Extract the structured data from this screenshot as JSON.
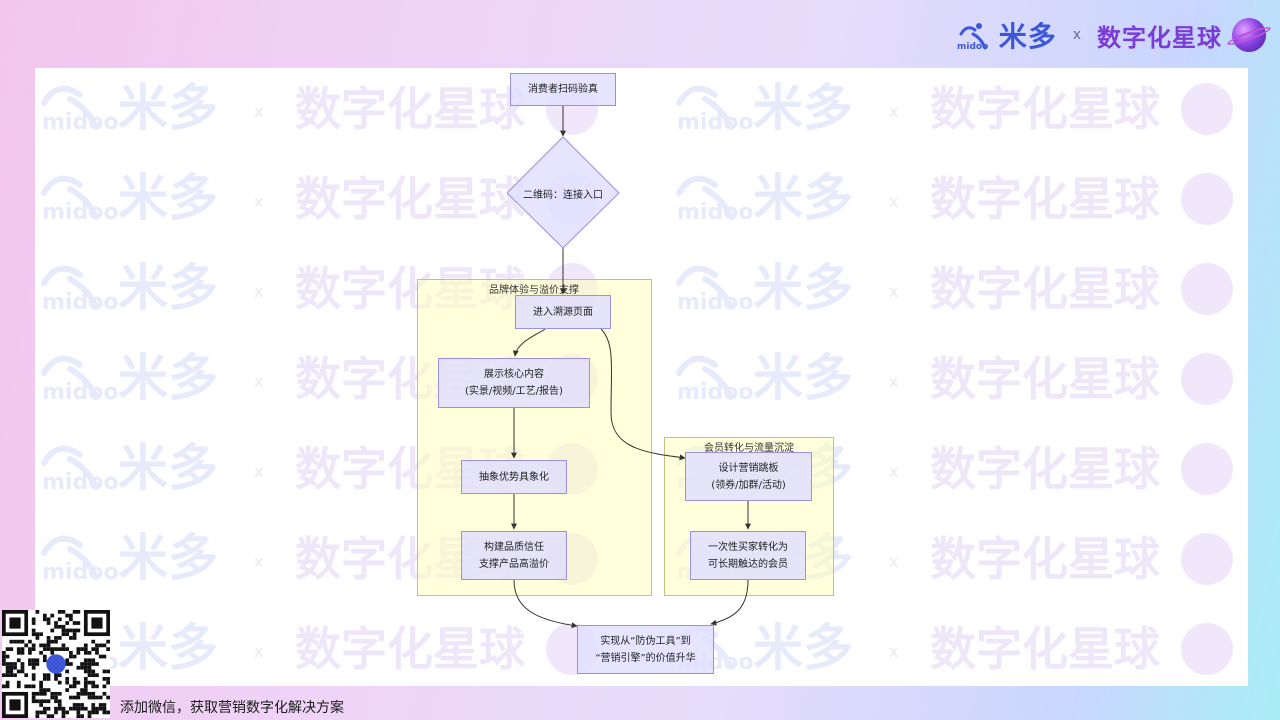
{
  "brand": {
    "midoo_en": "midoo",
    "midoo_cn": "米多",
    "times": "x",
    "planet_cn": "数字化星球"
  },
  "diagram": {
    "nodes": {
      "scan": "消费者扫码验真",
      "qr": "二维码：连接入口",
      "trace": "进入溯源页面",
      "show_l1": "展示核心内容",
      "show_l2": "(实景/视频/工艺/报告)",
      "abstract": "抽象优势具象化",
      "trust_l1": "构建品质信任",
      "trust_l2": "支撑产品高溢价",
      "design_l1": "设计营销跳板",
      "design_l2": "(领券/加群/活动)",
      "convert_l1": "一次性买家转化为",
      "convert_l2": "可长期触达的会员",
      "final_l1": "实现从“防伪工具”到",
      "final_l2": "“营销引擎”的价值升华"
    },
    "clusters": {
      "brand": "品牌体验与溢价支撑",
      "member": "会员转化与流量沉淀"
    }
  },
  "footer": {
    "text": "添加微信，获取营销数字化解决方案"
  },
  "colors": {
    "node_fill": "#e1deff",
    "node_border": "#9b8fe0",
    "cluster_fill": "#ffffbe",
    "cluster_border": "#c8c07a",
    "edge": "#333333",
    "brand_blue": "#3c57d8",
    "brand_purple": "#7a3bd6"
  }
}
